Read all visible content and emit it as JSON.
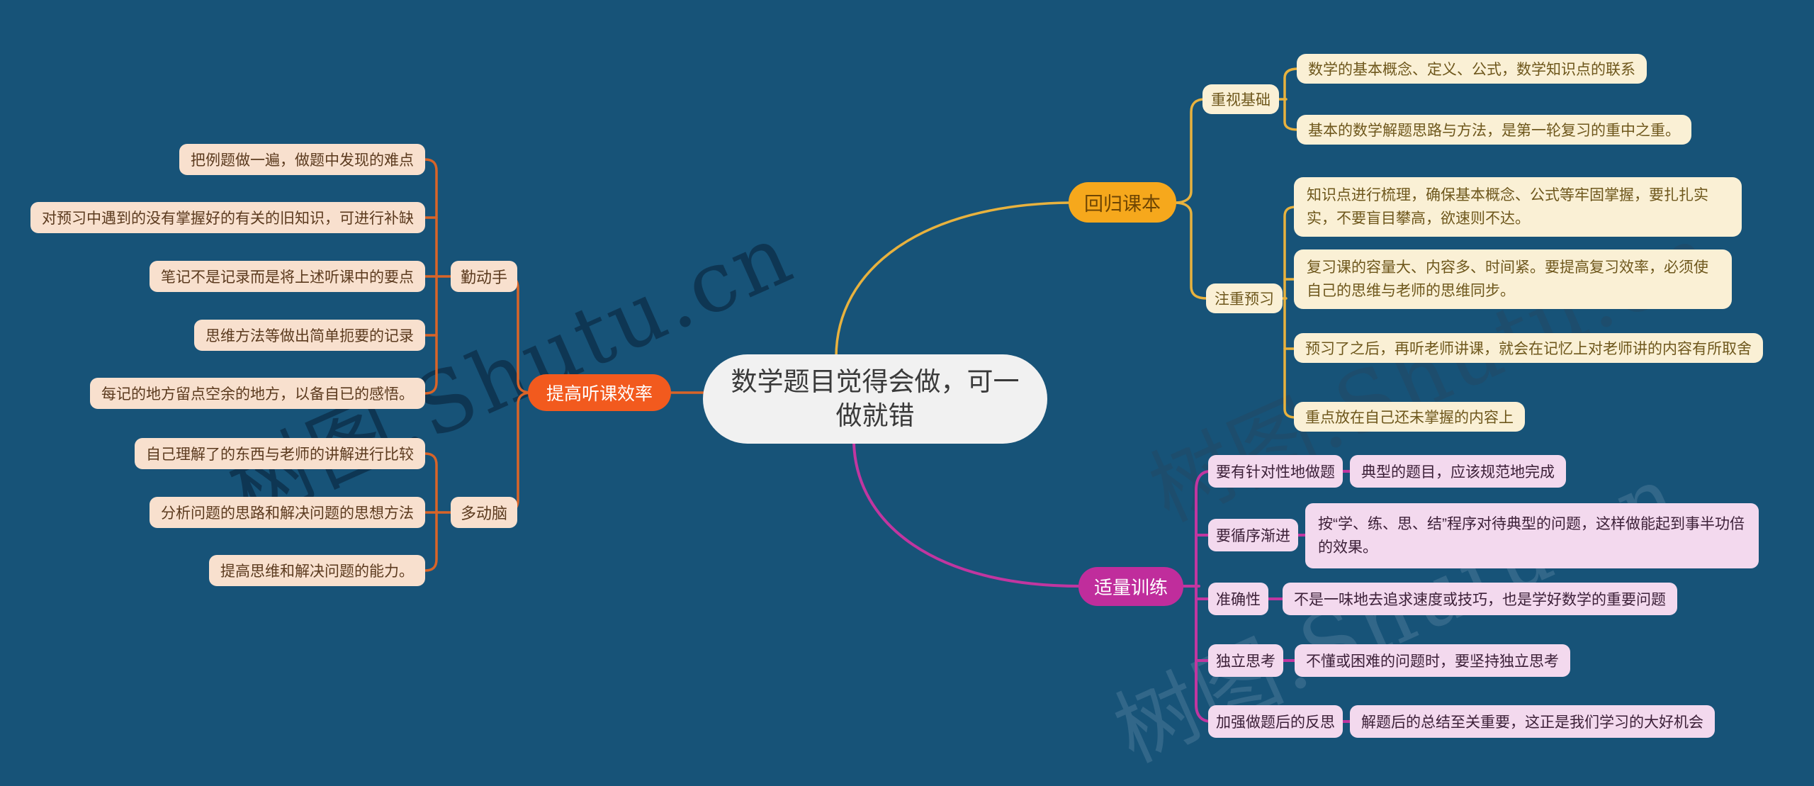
{
  "root": {
    "text": "数学题目觉得会做，可一做就错"
  },
  "left_branch": {
    "label": "提高听课效率",
    "children": [
      {
        "label": "勤动手",
        "items": [
          "把例题做一遍，做题中发现的难点",
          "对预习中遇到的没有掌握好的有关的旧知识，可进行补缺",
          "笔记不是记录而是将上述听课中的要点",
          "思维方法等做出简单扼要的记录",
          "每记的地方留点空余的地方，以备自已的感悟。"
        ]
      },
      {
        "label": "多动脑",
        "items": [
          "自己理解了的东西与老师的讲解进行比较",
          "分析问题的思路和解决问题的思想方法",
          "提高思维和解决问题的能力。"
        ]
      }
    ]
  },
  "right_top": {
    "label": "回归课本",
    "children": [
      {
        "label": "重视基础",
        "items": [
          "数学的基本概念、定义、公式，数学知识点的联系",
          "基本的数学解题思路与方法，是第一轮复习的重中之重。"
        ]
      },
      {
        "label": "注重预习",
        "items": [
          "知识点进行梳理，确保基本概念、公式等牢固掌握，要扎扎实实，不要盲目攀高，欲速则不达。",
          "复习课的容量大、内容多、时间紧。要提高复习效率，必须使自己的思维与老师的思维同步。",
          "预习了之后，再听老师讲课，就会在记忆上对老师讲的内容有所取舍",
          "重点放在自己还未掌握的内容上"
        ]
      }
    ]
  },
  "right_bottom": {
    "label": "适量训练",
    "children": [
      {
        "label": "要有针对性地做题",
        "items": [
          "典型的题目，应该规范地完成"
        ]
      },
      {
        "label": "要循序渐进",
        "items": [
          "按“学、练、思、结”程序对待典型的问题，这样做能起到事半功倍的效果。"
        ]
      },
      {
        "label": "准确性",
        "items": [
          "不是一味地去追求速度或技巧，也是学好数学的重要问题"
        ]
      },
      {
        "label": "独立思考",
        "items": [
          "不懂或困难的问题时，要坚持独立思考"
        ]
      },
      {
        "label": "加强做题后的反思",
        "items": [
          "解题后的总结至关重要，这正是我们学习的大好机会"
        ]
      }
    ]
  },
  "watermark": {
    "text": "树图.Shutu.cn"
  },
  "colors": {
    "background": "#175378",
    "root_bg": "#F1F1F1",
    "left_accent": "#D96428",
    "left_node_bg": "#F25A1E",
    "gold_accent": "#E8B23E",
    "gold_node_bg": "#F6A81C",
    "magenta_accent": "#C136A0",
    "magenta_node_bg": "#C02D9C",
    "peach_box": "#F8E0CE",
    "cream_box": "#FAF0D5",
    "pink_box": "#F3D9EE"
  }
}
